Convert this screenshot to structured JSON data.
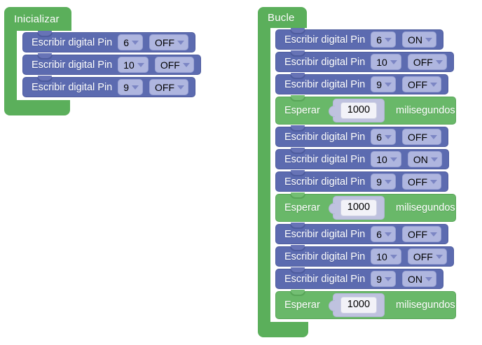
{
  "app": {
    "background": "#ffffff",
    "grid_color": "#eeeeee",
    "colors": {
      "container_green": "#5BAF5B",
      "statement_green": "#69B869",
      "statement_blue": "#5C6BB0",
      "dropdown_bg": "#AFB6DF",
      "number_shadow": "#BFC2DF",
      "number_field": "#F2F2F8",
      "text_light": "#ffffff",
      "text_dark": "#000000"
    }
  },
  "scripts": [
    {
      "id": "setup",
      "title": "Inicializar",
      "blocks": [
        {
          "kind": "digital-write",
          "label": "Escribir digital Pin",
          "pin": "6",
          "state": "OFF"
        },
        {
          "kind": "digital-write",
          "label": "Escribir digital Pin",
          "pin": "10",
          "state": "OFF"
        },
        {
          "kind": "digital-write",
          "label": "Escribir digital Pin",
          "pin": "9",
          "state": "OFF"
        }
      ]
    },
    {
      "id": "loop",
      "title": "Bucle",
      "blocks": [
        {
          "kind": "digital-write",
          "label": "Escribir digital Pin",
          "pin": "6",
          "state": "ON"
        },
        {
          "kind": "digital-write",
          "label": "Escribir digital Pin",
          "pin": "10",
          "state": "OFF"
        },
        {
          "kind": "digital-write",
          "label": "Escribir digital Pin",
          "pin": "9",
          "state": "OFF"
        },
        {
          "kind": "wait",
          "label": "Esperar",
          "value": "1000",
          "unit": "milisegundos"
        },
        {
          "kind": "digital-write",
          "label": "Escribir digital Pin",
          "pin": "6",
          "state": "OFF"
        },
        {
          "kind": "digital-write",
          "label": "Escribir digital Pin",
          "pin": "10",
          "state": "ON"
        },
        {
          "kind": "digital-write",
          "label": "Escribir digital Pin",
          "pin": "9",
          "state": "OFF"
        },
        {
          "kind": "wait",
          "label": "Esperar",
          "value": "1000",
          "unit": "milisegundos"
        },
        {
          "kind": "digital-write",
          "label": "Escribir digital Pin",
          "pin": "6",
          "state": "OFF"
        },
        {
          "kind": "digital-write",
          "label": "Escribir digital Pin",
          "pin": "10",
          "state": "OFF"
        },
        {
          "kind": "digital-write",
          "label": "Escribir digital Pin",
          "pin": "9",
          "state": "ON"
        },
        {
          "kind": "wait",
          "label": "Esperar",
          "value": "1000",
          "unit": "milisegundos"
        }
      ]
    }
  ]
}
